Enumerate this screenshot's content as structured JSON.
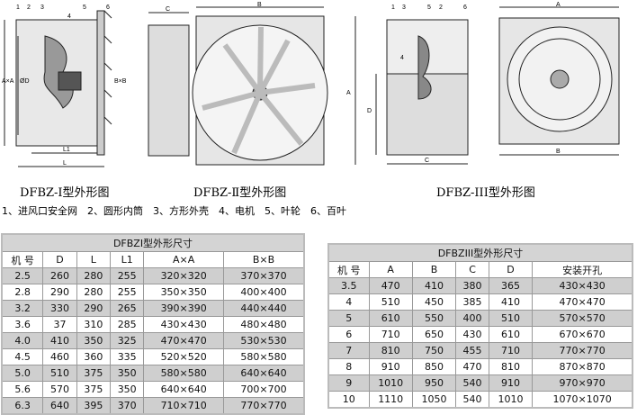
{
  "figures": [
    {
      "caption": "DFBZ-Ⅰ型外形图",
      "labels": [
        "1",
        "2",
        "3",
        "4",
        "5",
        "6",
        "A×A",
        "ØD",
        "B×B",
        "L1",
        "L"
      ]
    },
    {
      "caption": "DFBZ-Ⅱ型外形图",
      "labels": [
        "C",
        "B",
        "A"
      ]
    },
    {
      "caption": "DFBZ-III型外形图",
      "labels": [
        "1",
        "3",
        "5",
        "2",
        "6",
        "4",
        "D",
        "C",
        "A",
        "B"
      ]
    }
  ],
  "legend": "1、进风口安全网　2、圆形内筒　3、方形外壳　4、电机　5、叶轮　6、百叶",
  "table1": {
    "title": "DFBZⅠ型外形尺寸",
    "headers": [
      "机 号",
      "D",
      "L",
      "L1",
      "A×A",
      "B×B"
    ],
    "rows": [
      [
        "2.5",
        "260",
        "280",
        "255",
        "320×320",
        "370×370"
      ],
      [
        "2.8",
        "290",
        "280",
        "255",
        "350×350",
        "400×400"
      ],
      [
        "3.2",
        "330",
        "290",
        "265",
        "390×390",
        "440×440"
      ],
      [
        "3.6",
        "37",
        "310",
        "285",
        "430×430",
        "480×480"
      ],
      [
        "4.0",
        "410",
        "350",
        "325",
        "470×470",
        "530×530"
      ],
      [
        "4.5",
        "460",
        "360",
        "335",
        "520×520",
        "580×580"
      ],
      [
        "5.0",
        "510",
        "375",
        "350",
        "580×580",
        "640×640"
      ],
      [
        "5.6",
        "570",
        "375",
        "350",
        "640×640",
        "700×700"
      ],
      [
        "6.3",
        "640",
        "395",
        "370",
        "710×710",
        "770×770"
      ]
    ]
  },
  "table2": {
    "title": "DFBZIII型外形尺寸",
    "headers": [
      "机 号",
      "A",
      "B",
      "C",
      "D",
      "安装开孔"
    ],
    "rows": [
      [
        "3.5",
        "470",
        "410",
        "380",
        "365",
        "430×430"
      ],
      [
        "4",
        "510",
        "450",
        "385",
        "410",
        "470×470"
      ],
      [
        "5",
        "610",
        "550",
        "400",
        "510",
        "570×570"
      ],
      [
        "6",
        "710",
        "650",
        "430",
        "610",
        "670×670"
      ],
      [
        "7",
        "810",
        "750",
        "455",
        "710",
        "770×770"
      ],
      [
        "8",
        "910",
        "850",
        "470",
        "810",
        "870×870"
      ],
      [
        "9",
        "1010",
        "950",
        "540",
        "910",
        "970×970"
      ],
      [
        "10",
        "1110",
        "1050",
        "540",
        "1010",
        "1070×1070"
      ]
    ]
  }
}
